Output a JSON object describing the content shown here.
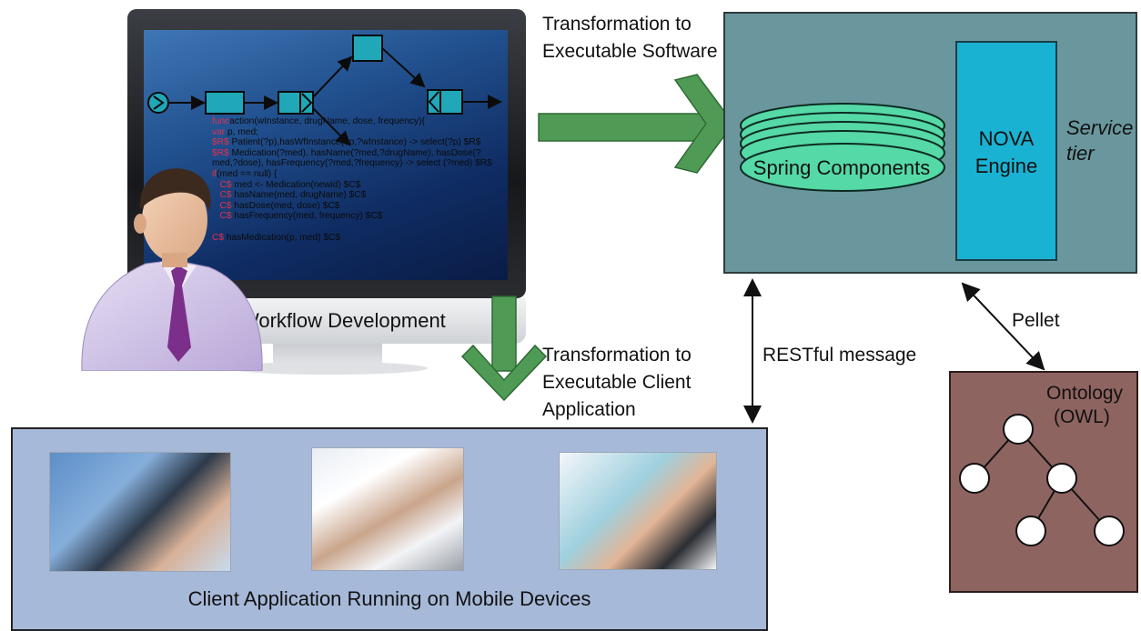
{
  "labels": {
    "transform_software_line1": "Transformation to",
    "transform_software_line2": "Executable Software",
    "transform_client_line1": "Transformation to",
    "transform_client_line2": "Executable Client",
    "transform_client_line3": "Application",
    "workflow_development": "Workflow Development",
    "spring_components": "Spring Components",
    "nova_line1": "NOVA",
    "nova_line2": "Engine",
    "service_line1": "Service",
    "service_line2": "tier",
    "restful_message": "RESTful message",
    "pellet": "Pellet",
    "ontology_line1": "Ontology",
    "ontology_line2": "(OWL)",
    "client_application": "Client Application Running on Mobile Devices"
  },
  "code_lines": [
    {
      "kw": "func",
      "text": "action(wInstance, drugName, dose, frequency){"
    },
    {
      "kw": "var",
      "text": " p, med;"
    },
    {
      "kw": "$R$",
      "text": " Patient(?p),hasWfInstance(?p,?wInstance) -> select(?p) $R$"
    },
    {
      "kw": "$R$",
      "text": " Medication(?med), hasName(?med,?drugName), hasDose(?"
    },
    {
      "kw": "",
      "text": "med,?dose), hasFrequency(?med,?frequency) -> select (?med) $R$"
    },
    {
      "kw": "if",
      "text": "(med == null) {"
    },
    {
      "kw": "   C$",
      "text": " med <- Medication(newid) $C$"
    },
    {
      "kw": "   C$",
      "text": " hasName(med, drugName) $C$"
    },
    {
      "kw": "   C$",
      "text": " hasDose(med, dose) $C$"
    },
    {
      "kw": "   C$",
      "text": " hasFrequency(med, frequency) $C$"
    },
    {
      "kw": "",
      "text": ""
    },
    {
      "kw": "C$",
      "text": " hasMedication(p, med) $C$"
    }
  ],
  "colors": {
    "service_box": "#6a979e",
    "nova_engine": "#1ab2d3",
    "spring_components": "#55d9a6",
    "arrow_green": "#4f9b55",
    "client_box": "#a7b9d9",
    "ontology_box": "#8e6461"
  },
  "icons": {
    "developer": "developer-person-icon",
    "monitor": "monitor-icon",
    "photos": [
      "nurse-tablet-photo",
      "doctor-tablet-photo",
      "nurse-clipboard-tablet-photo"
    ]
  }
}
